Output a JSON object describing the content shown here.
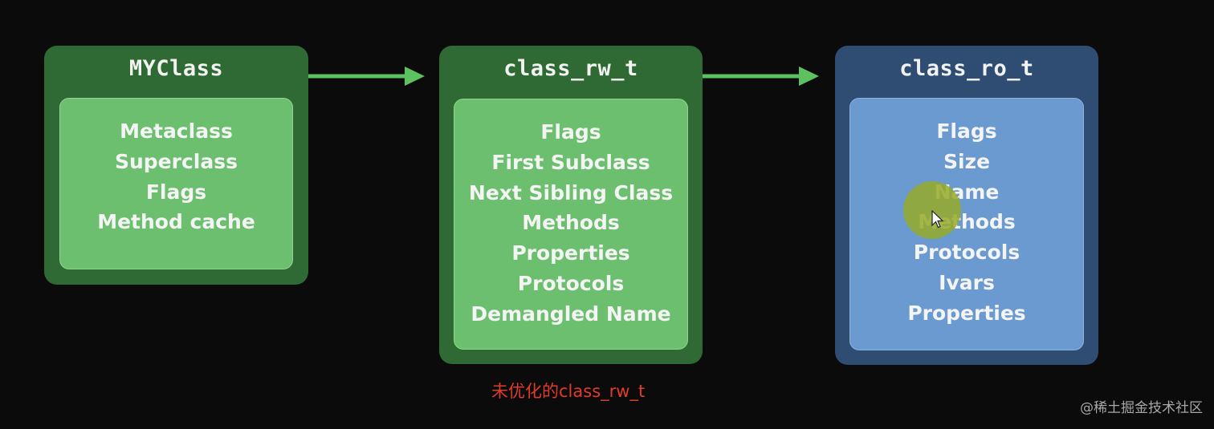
{
  "diagram": {
    "boxes": [
      {
        "title": "MYClass",
        "fields": [
          "Metaclass",
          "Superclass",
          "Flags",
          "Method cache"
        ]
      },
      {
        "title": "class_rw_t",
        "fields": [
          "Flags",
          "First Subclass",
          "Next Sibling Class",
          "Methods",
          "Properties",
          "Protocols",
          "Demangled Name"
        ]
      },
      {
        "title": "class_ro_t",
        "fields": [
          "Flags",
          "Size",
          "Name",
          "Methods",
          "Protocols",
          "Ivars",
          "Properties"
        ]
      }
    ],
    "caption": "未优化的class_rw_t",
    "watermark": "@稀土掘金技术社区"
  },
  "colors": {
    "background": "#0b0b0b",
    "green_outer": "#2f6a35",
    "green_inner": "#6cbf6f",
    "blue_outer": "#2f4d73",
    "blue_inner": "#6a9ad0",
    "arrow": "#5ec15f",
    "caption": "#e23a2c",
    "cursor_highlight": "#96aa28"
  },
  "icons": {
    "cursor": "mouse-pointer-icon"
  }
}
